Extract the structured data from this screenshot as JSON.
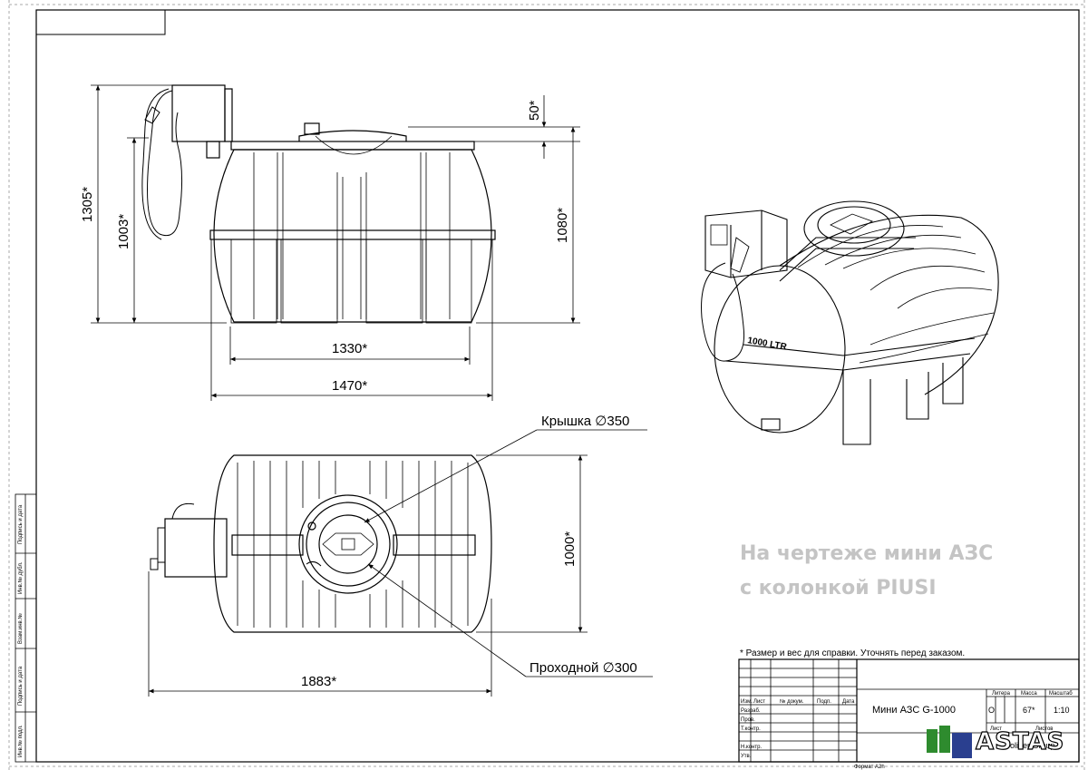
{
  "dimensions": {
    "top_offset": "50*",
    "total_height": "1305*",
    "tank_height": "1003*",
    "body_height": "1080*",
    "inner_width": "1330*",
    "outer_width": "1470*",
    "plan_width": "1000*",
    "plan_length": "1883*"
  },
  "callouts": {
    "lid": "Крышка ∅350",
    "manhole": "Проходной ∅300"
  },
  "tank_label": "1000 LTR",
  "watermark": {
    "line1": "На чертеже мини АЗС",
    "line2": "с колонкой PIUSI"
  },
  "note": "* Размер и вес для справки. Уточнять перед заказом.",
  "title_block": {
    "name": "Мини АЗС G-1000",
    "headers": {
      "litera": "Литера",
      "mass": "Масса",
      "scale": "Масштаб"
    },
    "values": {
      "litera": "О",
      "mass": "67*",
      "scale": "1:10"
    },
    "sheet_label": "Лист",
    "sheets_label": "Листов",
    "company": "Poliner Group",
    "format": "Формат A2h",
    "cols": [
      "Изм.",
      "Лист",
      "№ докум.",
      "Подп.",
      "Дата"
    ],
    "roles": [
      "Разраб.",
      "Пров.",
      "Т.контр.",
      "",
      "Н.контр.",
      "Утв."
    ]
  },
  "side_stamps": [
    "Подпись и дата",
    "Инв.№ дубл.",
    "Взам.инв.№",
    "Подпись и дата",
    "Инв.№ подл."
  ],
  "logo_text": "ASTAS",
  "colors": {
    "line": "#000000",
    "watermark": "#c4c4c4",
    "logo_green": "#2e8b2e",
    "logo_blue": "#2a3f8f"
  }
}
